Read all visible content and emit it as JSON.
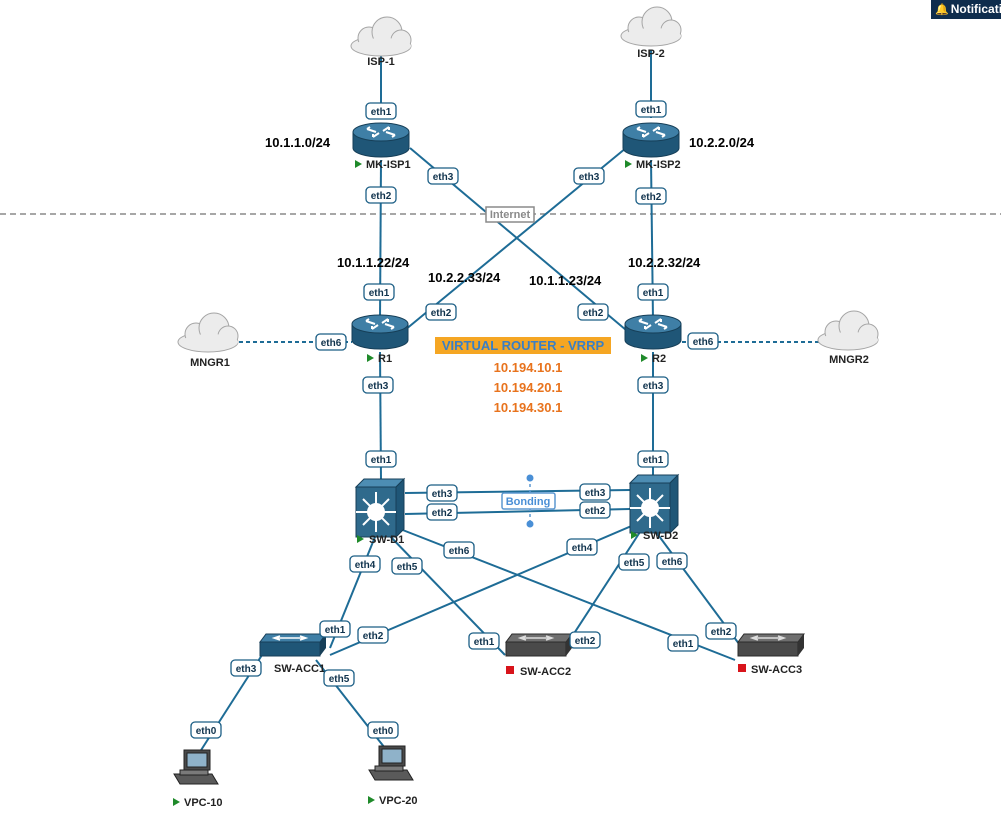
{
  "notification": {
    "label": "Notificati",
    "icon": "bell-icon"
  },
  "colors": {
    "link": "#1e6c96",
    "router": "#2f6a8c",
    "vrrp_bg": "#f5a623",
    "vrrp_text": "#3a7fc4",
    "vip": "#e8731d",
    "running": "#1f8a2a",
    "stopped": "#d8141b"
  },
  "clouds": {
    "isp1": "ISP-1",
    "isp2": "ISP-2",
    "mngr1": "MNGR1",
    "mngr2": "MNGR2"
  },
  "routers": {
    "mk_isp1": "MK-ISP1",
    "mk_isp2": "MK-ISP2",
    "r1": "R1",
    "r2": "R2"
  },
  "switches": {
    "sw_d1": "SW-D1",
    "sw_d2": "SW-D2",
    "sw_acc1": "SW-ACC1",
    "sw_acc2": "SW-ACC2",
    "sw_acc3": "SW-ACC3"
  },
  "hosts": {
    "vpc10": "VPC-10",
    "vpc20": "VPC-20"
  },
  "subnets": {
    "isp1_net": "10.1.1.0/24",
    "isp2_net": "10.2.2.0/24",
    "r1_a": "10.1.1.22/24",
    "r1_b": "10.2.2.33/24",
    "r2_a": "10.1.1.23/24",
    "r2_b": "10.2.2.32/24"
  },
  "internet_label": "Internet",
  "bonding_label": "Bonding",
  "vrrp": {
    "title": "VIRTUAL ROUTER - VRRP",
    "vips": [
      "10.194.10.1",
      "10.194.20.1",
      "10.194.30.1"
    ]
  },
  "ports": {
    "isp1_eth1": "eth1",
    "isp1_eth2": "eth2",
    "isp1_eth3": "eth3",
    "isp2_eth1": "eth1",
    "isp2_eth2": "eth2",
    "isp2_eth3": "eth3",
    "r1_eth1": "eth1",
    "r1_eth2": "eth2",
    "r1_eth3": "eth3",
    "r1_eth6": "eth6",
    "r2_eth1": "eth1",
    "r2_eth2": "eth2",
    "r2_eth3": "eth3",
    "r2_eth6": "eth6",
    "d1_eth1": "eth1",
    "d1_eth2": "eth2",
    "d1_eth3": "eth3",
    "d1_eth4": "eth4",
    "d1_eth5": "eth5",
    "d1_eth6": "eth6",
    "d2_eth1": "eth1",
    "d2_eth2": "eth2",
    "d2_eth3": "eth3",
    "d2_eth4": "eth4",
    "d2_eth5": "eth5",
    "d2_eth6": "eth6",
    "acc1_eth1": "eth1",
    "acc1_eth2": "eth2",
    "acc1_eth3": "eth3",
    "acc1_eth5": "eth5",
    "acc2_eth1": "eth1",
    "acc2_eth2": "eth2",
    "acc3_eth1": "eth1",
    "acc3_eth2": "eth2",
    "vpc10_eth0": "eth0",
    "vpc20_eth0": "eth0"
  }
}
